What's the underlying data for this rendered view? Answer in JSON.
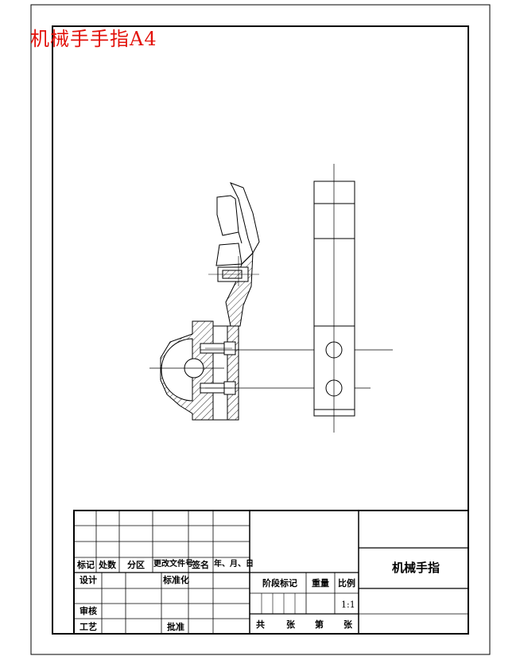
{
  "page": {
    "title": "机械手手指A4"
  },
  "title_block": {
    "part_name": "机械手指",
    "headers": {
      "mark": "标记",
      "count": "处数",
      "zone": "分区",
      "change_doc": "更改文件号",
      "signature": "签名",
      "date": "年、月、日"
    },
    "design": "设计",
    "standardization": "标准化",
    "review": "审核",
    "process": "工艺",
    "approve": "批准",
    "stage_mark": "阶段标记",
    "weight": "重量",
    "scale_label": "比例",
    "scale_value": "1:1",
    "total": "共",
    "sheets": "张",
    "sheet_no": "第",
    "sheet_unit": "张"
  }
}
